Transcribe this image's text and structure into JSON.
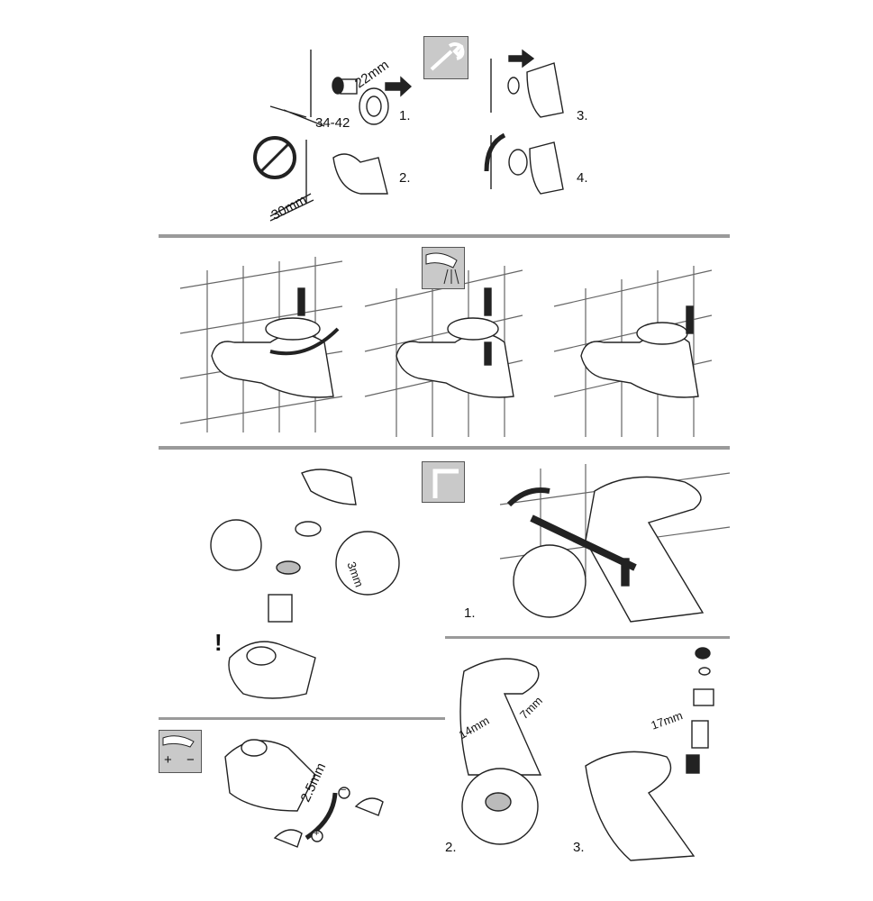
{
  "section1": {
    "dim_22": "22mm",
    "dim_34_42": "34-42",
    "dim_30": "30mm",
    "steps": [
      "1.",
      "2.",
      "3.",
      "4."
    ]
  },
  "section3": {
    "warning": "!",
    "dim_3": "3mm",
    "step1": "1."
  },
  "section4": {
    "dim_2_5": "2.5mm",
    "plus": "+",
    "minus": "−",
    "icon_plus": "+",
    "icon_minus": "−"
  },
  "section5": {
    "dim_14": "14mm",
    "dim_7": "7mm",
    "dim_17": "17mm",
    "step2": "2.",
    "step3": "3."
  },
  "colors": {
    "divider": "#9a9a9a",
    "icon_box": "#c9c9c9",
    "ink": "#222222"
  }
}
